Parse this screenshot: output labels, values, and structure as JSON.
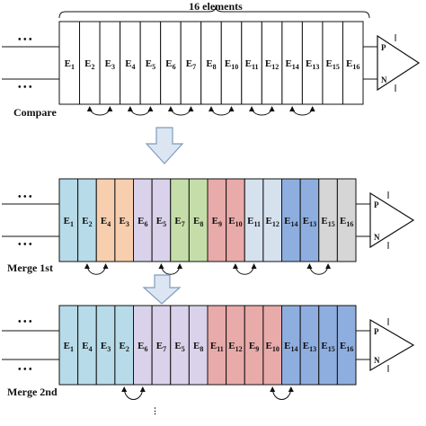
{
  "header_label": "16 elements",
  "dots_glyph": "• • •",
  "amp": {
    "p_label": "P",
    "n_label": "N"
  },
  "rows": [
    {
      "label": "Compare",
      "cells": [
        {
          "name": "E",
          "sub": "1",
          "color": "#ffffff"
        },
        {
          "name": "E",
          "sub": "2",
          "color": "#ffffff"
        },
        {
          "name": "E",
          "sub": "3",
          "color": "#ffffff"
        },
        {
          "name": "E",
          "sub": "4",
          "color": "#ffffff"
        },
        {
          "name": "E",
          "sub": "5",
          "color": "#ffffff"
        },
        {
          "name": "E",
          "sub": "6",
          "color": "#ffffff"
        },
        {
          "name": "E",
          "sub": "7",
          "color": "#ffffff"
        },
        {
          "name": "E",
          "sub": "8",
          "color": "#ffffff"
        },
        {
          "name": "E",
          "sub": "10",
          "color": "#ffffff"
        },
        {
          "name": "E",
          "sub": "11",
          "color": "#ffffff"
        },
        {
          "name": "E",
          "sub": "12",
          "color": "#ffffff"
        },
        {
          "name": "E",
          "sub": "14",
          "color": "#ffffff"
        },
        {
          "name": "E",
          "sub": "13",
          "color": "#ffffff"
        },
        {
          "name": "E",
          "sub": "15",
          "color": "#ffffff"
        },
        {
          "name": "E",
          "sub": "16",
          "color": "#ffffff"
        }
      ]
    },
    {
      "label": "Merge 1st",
      "cells": [
        {
          "name": "E",
          "sub": "1",
          "color": "#b7dbe8"
        },
        {
          "name": "E",
          "sub": "2",
          "color": "#b7dbe8"
        },
        {
          "name": "E",
          "sub": "4",
          "color": "#f7cfae"
        },
        {
          "name": "E",
          "sub": "3",
          "color": "#f7cfae"
        },
        {
          "name": "E",
          "sub": "6",
          "color": "#d9d2ea"
        },
        {
          "name": "E",
          "sub": "5",
          "color": "#d9d2ea"
        },
        {
          "name": "E",
          "sub": "7",
          "color": "#c5dea9"
        },
        {
          "name": "E",
          "sub": "8",
          "color": "#c5dea9"
        },
        {
          "name": "E",
          "sub": "9",
          "color": "#e9aaaa"
        },
        {
          "name": "E",
          "sub": "10",
          "color": "#e9aaaa"
        },
        {
          "name": "E",
          "sub": "11",
          "color": "#d6e1ee"
        },
        {
          "name": "E",
          "sub": "12",
          "color": "#d6e1ee"
        },
        {
          "name": "E",
          "sub": "14",
          "color": "#8eaee0"
        },
        {
          "name": "E",
          "sub": "13",
          "color": "#8eaee0"
        },
        {
          "name": "E",
          "sub": "15",
          "color": "#d6d6d6"
        },
        {
          "name": "E",
          "sub": "16",
          "color": "#d6d6d6"
        }
      ]
    },
    {
      "label": "Merge 2nd",
      "cells": [
        {
          "name": "E",
          "sub": "1",
          "color": "#b7dbe8"
        },
        {
          "name": "E",
          "sub": "4",
          "color": "#b7dbe8"
        },
        {
          "name": "E",
          "sub": "3",
          "color": "#b7dbe8"
        },
        {
          "name": "E",
          "sub": "2",
          "color": "#b7dbe8"
        },
        {
          "name": "E",
          "sub": "6",
          "color": "#d9d2ea"
        },
        {
          "name": "E",
          "sub": "7",
          "color": "#d9d2ea"
        },
        {
          "name": "E",
          "sub": "5",
          "color": "#d9d2ea"
        },
        {
          "name": "E",
          "sub": "8",
          "color": "#d9d2ea"
        },
        {
          "name": "E",
          "sub": "11",
          "color": "#e9aaaa"
        },
        {
          "name": "E",
          "sub": "12",
          "color": "#e9aaaa"
        },
        {
          "name": "E",
          "sub": "9",
          "color": "#e9aaaa"
        },
        {
          "name": "E",
          "sub": "10",
          "color": "#e9aaaa"
        },
        {
          "name": "E",
          "sub": "14",
          "color": "#8eaee0"
        },
        {
          "name": "E",
          "sub": "13",
          "color": "#8eaee0"
        },
        {
          "name": "E",
          "sub": "15",
          "color": "#8eaee0"
        },
        {
          "name": "E",
          "sub": "16",
          "color": "#8eaee0"
        }
      ]
    }
  ],
  "colors": {
    "stroke": "#111111",
    "arrow_fill": "#dce6f2",
    "arrow_stroke": "#7f9bbd"
  }
}
